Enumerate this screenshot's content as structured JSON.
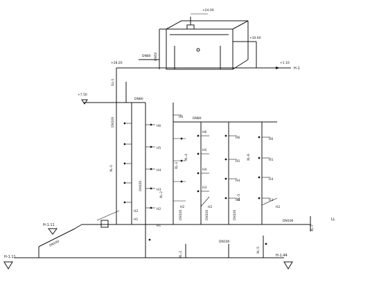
{
  "pipes": {
    "main": "DN100",
    "branch_a": "DN100",
    "branch_b": "DN80",
    "tank_in": "DN50",
    "tank_out": "DN80"
  },
  "risers": [
    {
      "id": "XL-1",
      "label": "XL-1"
    },
    {
      "id": "XL-2",
      "label": "XL-2"
    },
    {
      "id": "XL-3",
      "label": "XL-3"
    },
    {
      "id": "XL-4",
      "label": "XL-4"
    },
    {
      "id": "XL-5",
      "label": "XL-5"
    },
    {
      "id": "XL-6",
      "label": "XL-6"
    },
    {
      "id": "XL-7",
      "label": "XL-7"
    }
  ],
  "floors": [
    "H1",
    "H2",
    "H3",
    "H4",
    "H5",
    "H6"
  ],
  "markers": {
    "left_upper": "H-1.11",
    "left_lower": "H-1.11",
    "bottom_right": "H-1.44",
    "right_top": "H-1",
    "gl": "GL-1"
  },
  "elevations": [
    "+7.50",
    "+24.00",
    "+28.20",
    "+1.10",
    "+30.60"
  ],
  "legend_right": "LL"
}
